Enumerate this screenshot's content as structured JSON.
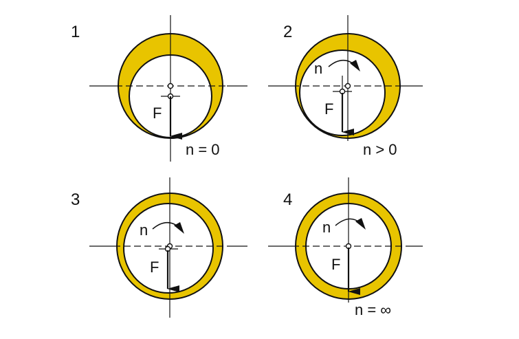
{
  "colors": {
    "lubricant": "#e8c400",
    "stroke": "#111111",
    "background": "#ffffff"
  },
  "panels": [
    {
      "number": "1",
      "force_label": "F",
      "speed_label": "",
      "condition": "n = 0"
    },
    {
      "number": "2",
      "force_label": "F",
      "speed_label": "n",
      "condition": "n > 0"
    },
    {
      "number": "3",
      "force_label": "F",
      "speed_label": "n",
      "condition": ""
    },
    {
      "number": "4",
      "force_label": "F",
      "speed_label": "n",
      "condition": "n = ∞"
    }
  ]
}
